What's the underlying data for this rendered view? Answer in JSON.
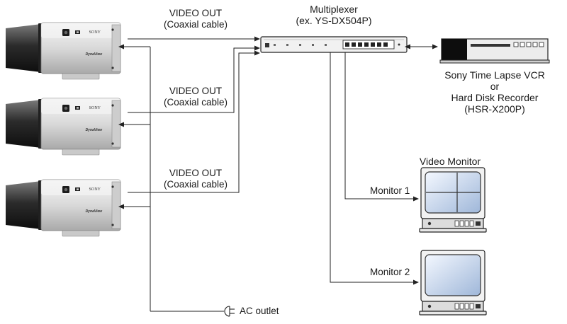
{
  "cameras": [
    {
      "brand": "SONY",
      "model": "DynaView"
    },
    {
      "brand": "SONY",
      "model": "DynaView"
    },
    {
      "brand": "SONY",
      "model": "DynaView"
    }
  ],
  "cable_labels": [
    {
      "line1": "VIDEO OUT",
      "line2": "(Coaxial cable)"
    },
    {
      "line1": "VIDEO OUT",
      "line2": "(Coaxial cable)"
    },
    {
      "line1": "VIDEO OUT",
      "line2": "(Coaxial cable)"
    }
  ],
  "multiplexer": {
    "line1": "Multiplexer",
    "line2": "(ex. YS-DX504P)"
  },
  "recorder": {
    "line1": "Sony Time Lapse VCR",
    "line2": "or",
    "line3": "Hard Disk Recorder",
    "line4": "(HSR-X200P)"
  },
  "video_monitor_title": "Video Monitor",
  "monitor1_label": "Monitor 1",
  "monitor2_label": "Monitor 2",
  "ac_outlet_label": "AC outlet"
}
